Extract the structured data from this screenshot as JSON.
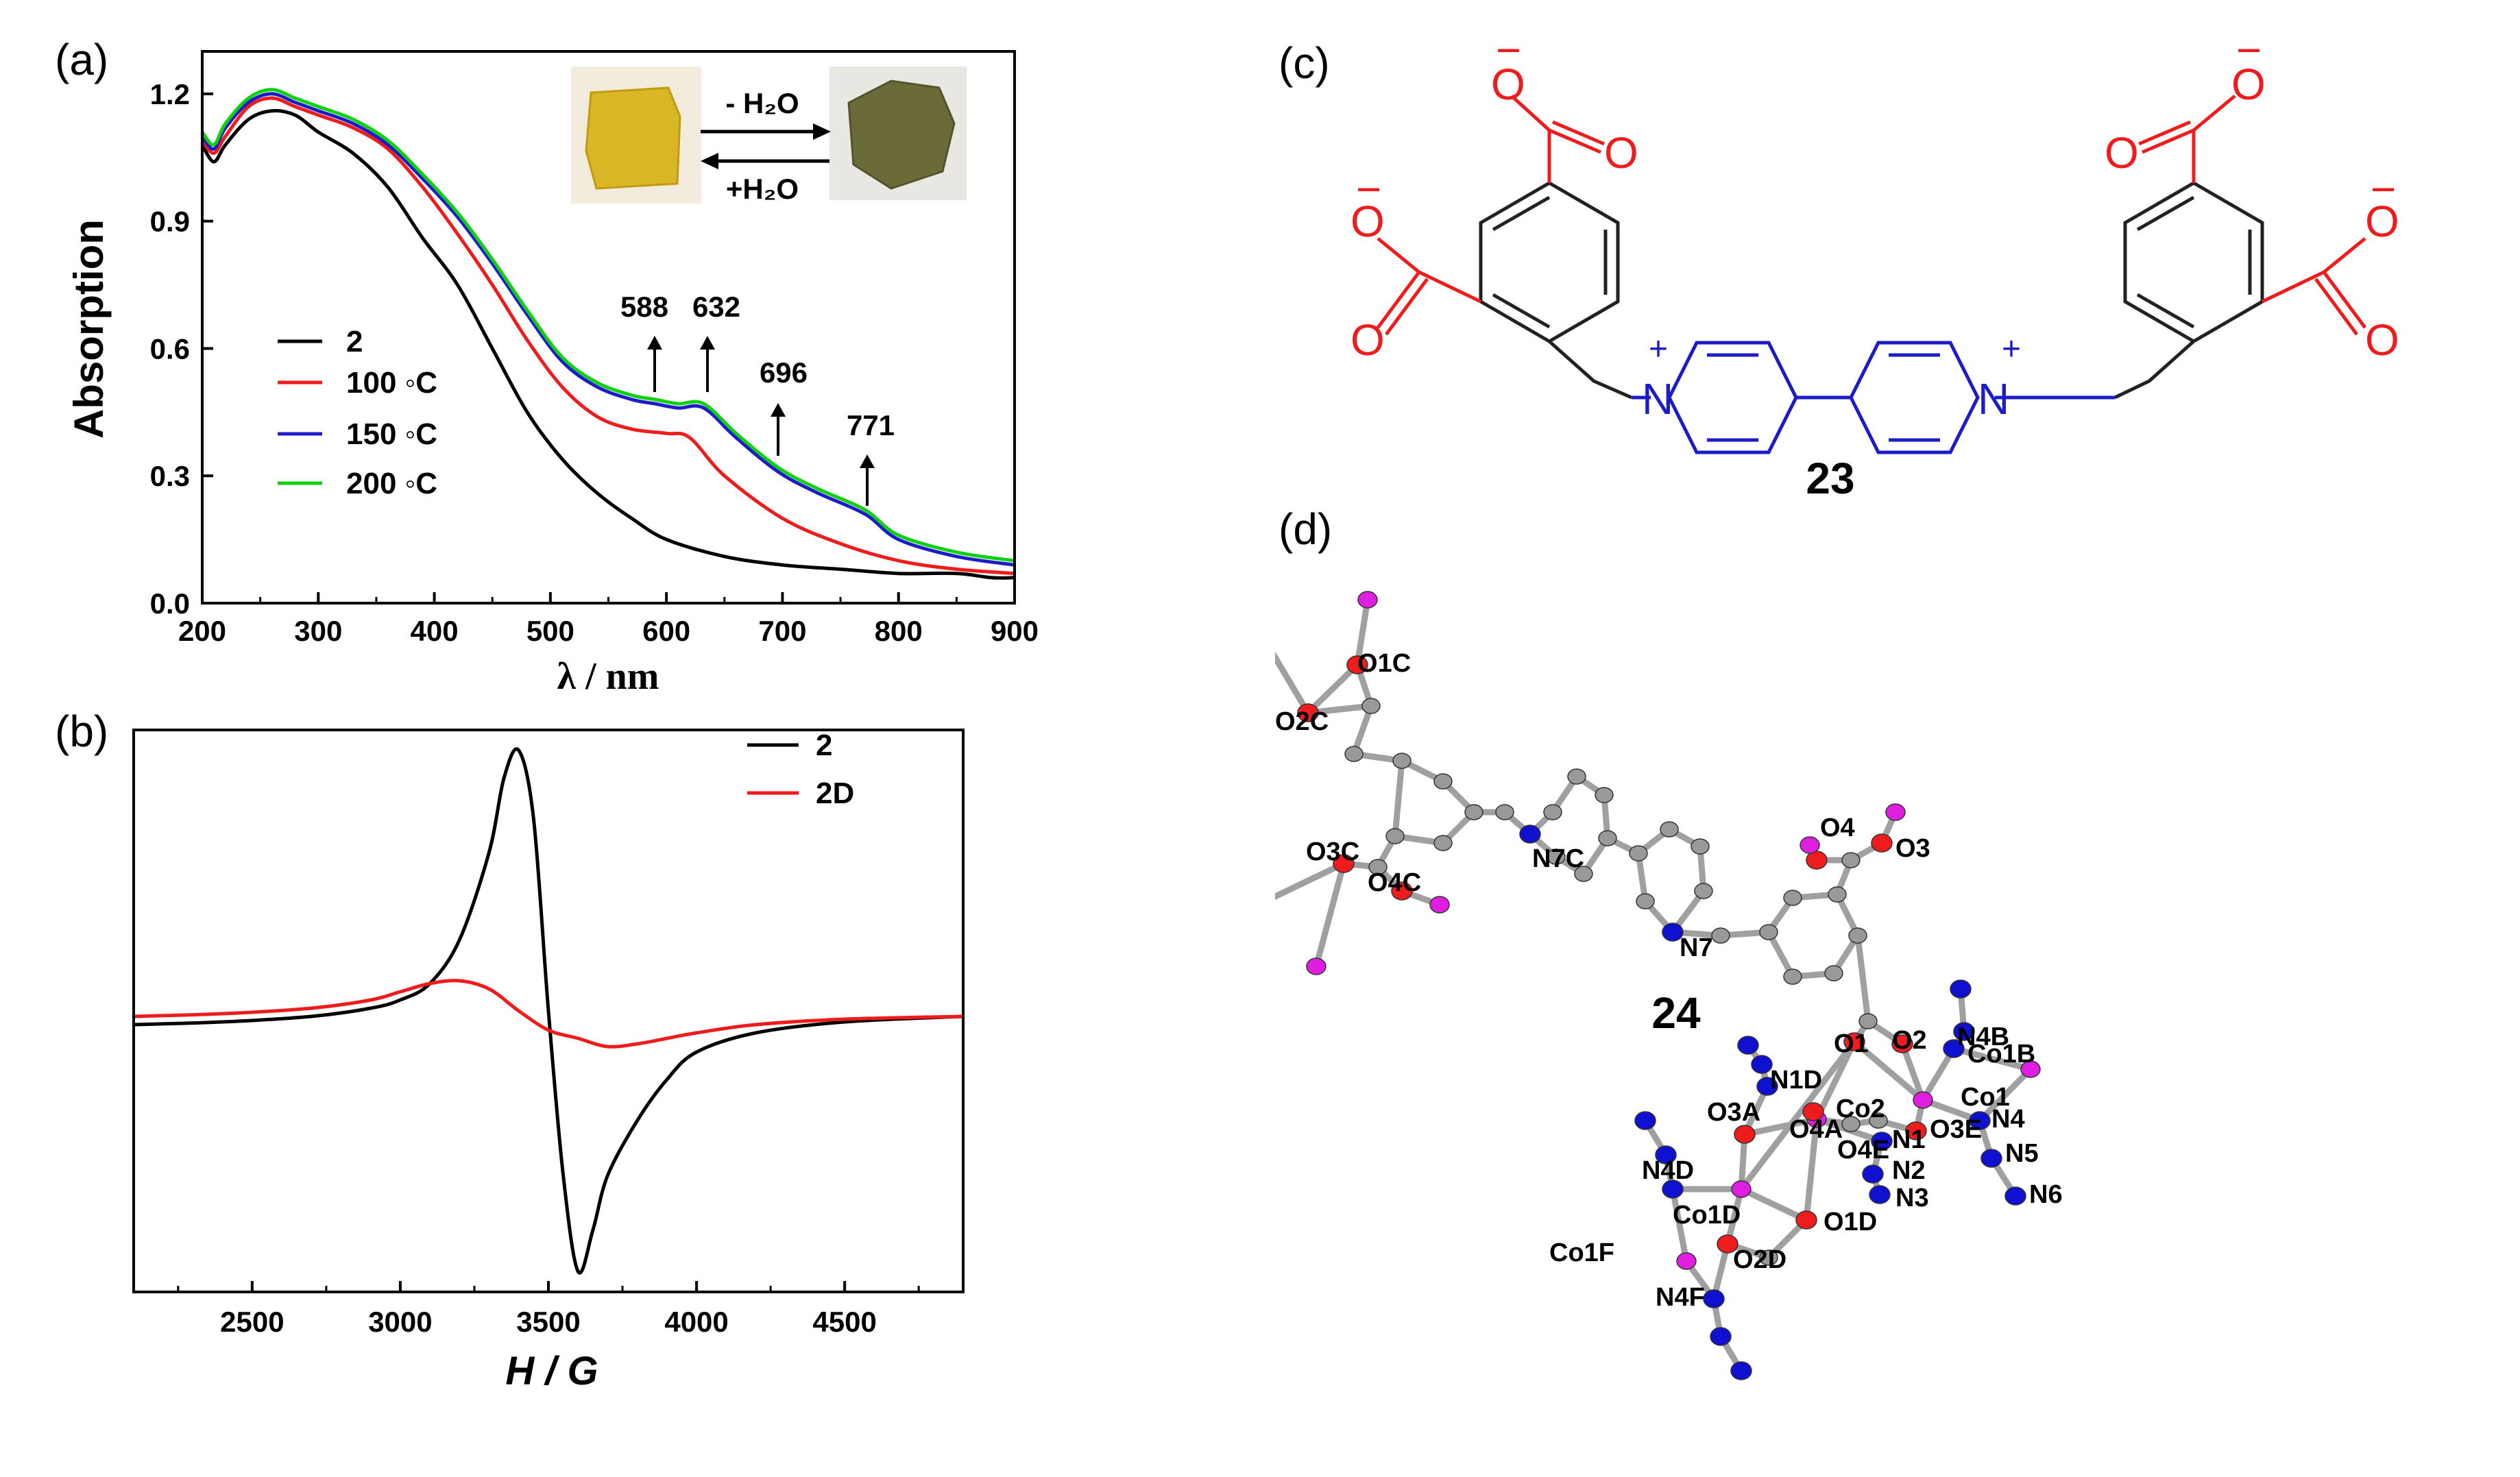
{
  "panels": {
    "a": "(a)",
    "b": "(b)",
    "c": "(c)",
    "d": "(d)"
  },
  "colors": {
    "black": "#000000",
    "red": "#ee1c1c",
    "blue": "#1c1cc8",
    "green": "#10d010",
    "magenta": "#e01ee0",
    "atom_blue": "#1010d0",
    "grey": "#999999"
  },
  "chart_data": [
    {
      "type": "line",
      "xlabel": "λ / nm",
      "ylabel": "Absorption",
      "xlim": [
        200,
        900
      ],
      "ylim": [
        0.0,
        1.3
      ],
      "xticks": [
        200,
        300,
        400,
        500,
        600,
        700,
        800,
        900
      ],
      "yticks": [
        0.0,
        0.3,
        0.6,
        0.9,
        1.2
      ],
      "xtick_labels": [
        "200",
        "300",
        "400",
        "500",
        "600",
        "700",
        "800",
        "900"
      ],
      "ytick_labels": [
        "0.0",
        "0.3",
        "0.6",
        "0.9",
        "1.2"
      ],
      "legend": {
        "position": "left-middle"
      },
      "series": [
        {
          "name": "2",
          "color": "#000000",
          "x": [
            200,
            210,
            220,
            240,
            260,
            280,
            300,
            330,
            360,
            390,
            420,
            450,
            480,
            510,
            540,
            570,
            600,
            650,
            700,
            750,
            800,
            850,
            880,
            900
          ],
          "y": [
            1.08,
            1.04,
            1.08,
            1.14,
            1.16,
            1.15,
            1.11,
            1.06,
            0.98,
            0.86,
            0.75,
            0.6,
            0.45,
            0.34,
            0.26,
            0.2,
            0.15,
            0.11,
            0.09,
            0.08,
            0.07,
            0.07,
            0.06,
            0.06
          ]
        },
        {
          "name": "100 ◦C",
          "color": "#ee1c1c",
          "x": [
            200,
            210,
            220,
            240,
            260,
            280,
            300,
            330,
            360,
            390,
            420,
            450,
            480,
            510,
            540,
            570,
            600,
            620,
            650,
            700,
            750,
            800,
            850,
            900
          ],
          "y": [
            1.09,
            1.06,
            1.1,
            1.17,
            1.19,
            1.17,
            1.15,
            1.12,
            1.07,
            0.98,
            0.87,
            0.75,
            0.62,
            0.51,
            0.44,
            0.41,
            0.4,
            0.39,
            0.3,
            0.2,
            0.14,
            0.1,
            0.08,
            0.07
          ]
        },
        {
          "name": "150 ◦C",
          "color": "#1c1cc8",
          "x": [
            200,
            210,
            220,
            240,
            260,
            280,
            300,
            330,
            360,
            390,
            420,
            450,
            480,
            510,
            540,
            570,
            590,
            610,
            632,
            660,
            696,
            730,
            771,
            800,
            850,
            900
          ],
          "y": [
            1.1,
            1.07,
            1.12,
            1.18,
            1.2,
            1.18,
            1.16,
            1.13,
            1.08,
            1.0,
            0.91,
            0.8,
            0.68,
            0.57,
            0.51,
            0.48,
            0.47,
            0.46,
            0.46,
            0.39,
            0.31,
            0.26,
            0.21,
            0.15,
            0.11,
            0.09
          ]
        },
        {
          "name": "200 ◦C",
          "color": "#10d010",
          "x": [
            200,
            210,
            220,
            240,
            260,
            280,
            300,
            330,
            360,
            390,
            420,
            450,
            480,
            510,
            540,
            570,
            590,
            610,
            632,
            660,
            696,
            730,
            771,
            800,
            850,
            900
          ],
          "y": [
            1.11,
            1.08,
            1.13,
            1.19,
            1.21,
            1.19,
            1.17,
            1.14,
            1.09,
            1.01,
            0.92,
            0.81,
            0.69,
            0.58,
            0.52,
            0.49,
            0.48,
            0.47,
            0.47,
            0.4,
            0.32,
            0.27,
            0.22,
            0.16,
            0.12,
            0.1
          ]
        }
      ],
      "annotations": [
        "588",
        "632",
        "696",
        "771"
      ],
      "inset": {
        "top_label": "- H₂O",
        "bottom_label": "+H₂O"
      }
    },
    {
      "type": "line",
      "xlabel": "H / G",
      "xlim": [
        2100,
        4900
      ],
      "xticks": [
        2500,
        3000,
        3500,
        4000,
        4500
      ],
      "xtick_labels": [
        "2500",
        "3000",
        "3500",
        "4000",
        "4500"
      ],
      "legend": {
        "position": "top-right"
      },
      "series": [
        {
          "name": "2",
          "color": "#000000",
          "x": [
            2100,
            2400,
            2700,
            2900,
            3000,
            3100,
            3200,
            3300,
            3350,
            3400,
            3450,
            3500,
            3550,
            3600,
            3650,
            3700,
            3800,
            3900,
            4000,
            4200,
            4500,
            4900
          ],
          "y": [
            -0.05,
            -0.04,
            -0.02,
            0.01,
            0.04,
            0.1,
            0.26,
            0.58,
            0.85,
            0.95,
            0.7,
            0.0,
            -0.6,
            -0.95,
            -0.8,
            -0.6,
            -0.4,
            -0.25,
            -0.15,
            -0.08,
            -0.04,
            -0.02
          ]
        },
        {
          "name": "2D",
          "color": "#ee1c1c",
          "x": [
            2100,
            2400,
            2700,
            2900,
            3000,
            3100,
            3200,
            3300,
            3400,
            3500,
            3600,
            3700,
            3800,
            3900,
            4000,
            4200,
            4500,
            4900
          ],
          "y": [
            -0.02,
            -0.01,
            0.01,
            0.04,
            0.07,
            0.1,
            0.11,
            0.08,
            0.0,
            -0.07,
            -0.1,
            -0.13,
            -0.12,
            -0.1,
            -0.08,
            -0.05,
            -0.03,
            -0.02
          ]
        }
      ]
    }
  ],
  "structure_c": {
    "compound": "23",
    "text": {
      "O": "O",
      "N": "N",
      "minus": "−",
      "plus": "+"
    }
  },
  "structure_d": {
    "compound": "24",
    "atoms": [
      "O1C",
      "O2C",
      "O3C",
      "O4C",
      "N7C",
      "O4",
      "O3",
      "N7",
      "O2",
      "N4B",
      "Co1B",
      "O1",
      "N1D",
      "Co1",
      "Co2",
      "O3A",
      "O4A",
      "O3E",
      "N4",
      "N4D",
      "Co1D",
      "O4E",
      "N1",
      "N5",
      "N2",
      "N3",
      "N6",
      "O1D",
      "Co1F",
      "N4F",
      "O2D"
    ]
  }
}
